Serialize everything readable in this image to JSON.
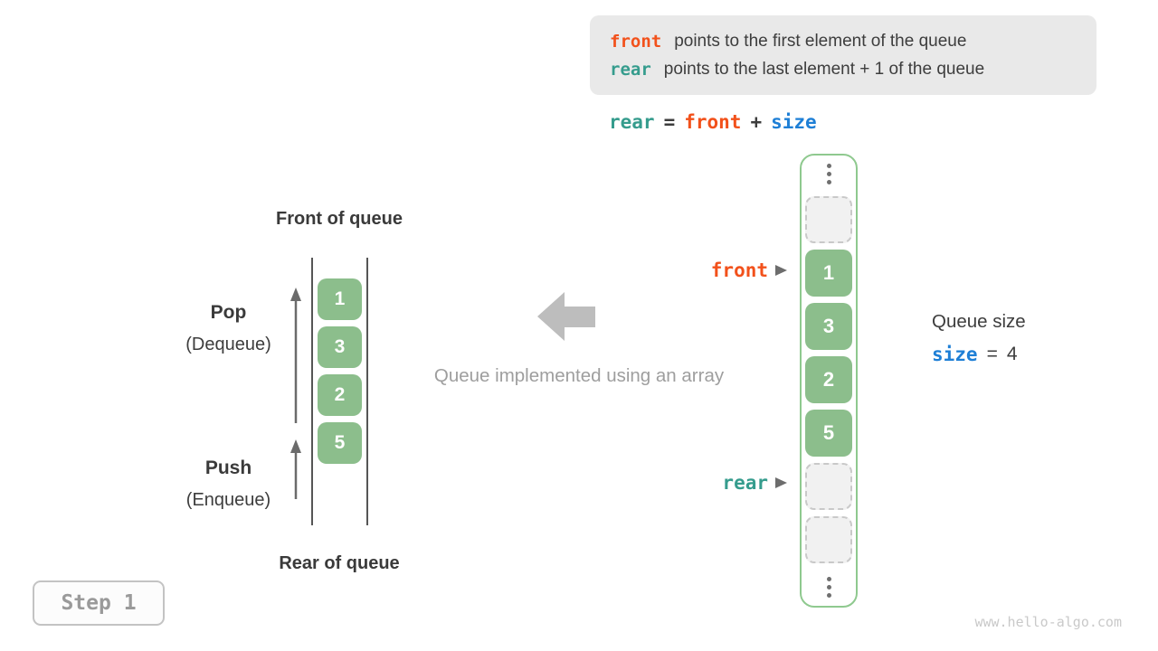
{
  "colors": {
    "front_orange": "#f2511b",
    "rear_teal": "#359c8d",
    "size_blue": "#1e7fd6",
    "cell_green": "#8cbe8c",
    "frame_border_green": "#8fc98f",
    "explanation_bg": "#e9e9e9",
    "muted_gray": "#9e9e9e"
  },
  "explanation": {
    "line1_term": "front",
    "line1_text": "points to the first element of the queue",
    "line2_term": "rear",
    "line2_text": "points to the last element + 1 of the queue"
  },
  "formula": {
    "lhs": "rear",
    "eq": "=",
    "op1": "front",
    "plus": "+",
    "op2": "size"
  },
  "left_queue": {
    "front_label": "Front of queue",
    "rear_label": "Rear of queue",
    "pop_label": "Pop",
    "pop_sublabel": "(Dequeue)",
    "push_label": "Push",
    "push_sublabel": "(Enqueue)",
    "values": [
      "1",
      "3",
      "2",
      "5"
    ]
  },
  "center": {
    "caption": "Queue implemented using an array"
  },
  "right_array": {
    "front_pointer": "front",
    "rear_pointer": "rear",
    "values": [
      "1",
      "3",
      "2",
      "5"
    ]
  },
  "queue_size": {
    "title": "Queue size",
    "var": "size",
    "eq": "=",
    "value": "4"
  },
  "step_badge": "Step 1",
  "watermark": "www.hello-algo.com"
}
